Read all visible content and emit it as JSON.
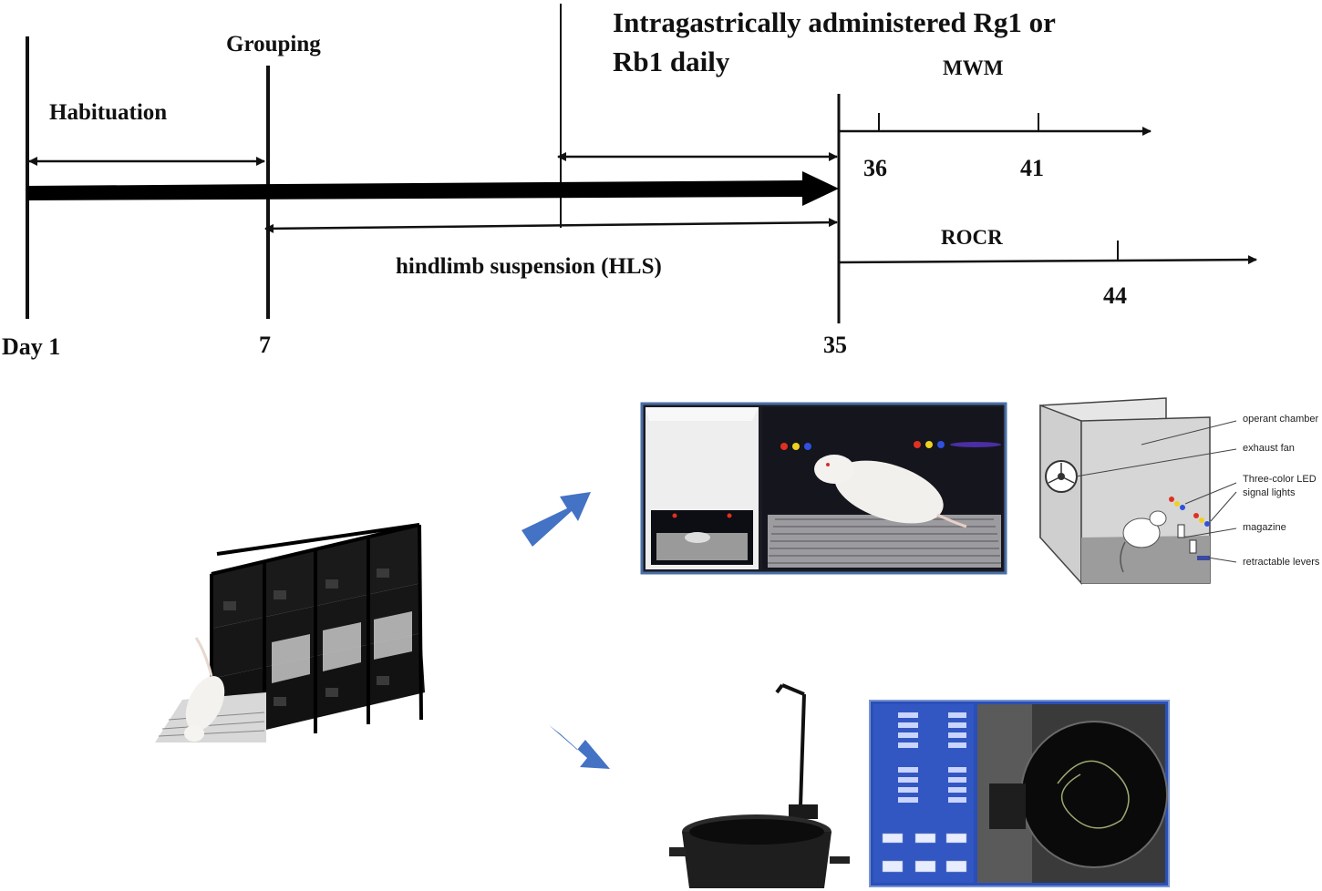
{
  "timeline": {
    "habituation_label": "Habituation",
    "grouping_label": "Grouping",
    "treatment_label_line1": "Intragastrically administered Rg1 or",
    "treatment_label_line2": "Rb1 daily",
    "hls_label": "hindlimb suspension (HLS)",
    "mwm_label": "MWM",
    "rocr_label": "ROCR",
    "day_labels": {
      "day1": "Day 1",
      "day7": "7",
      "day35": "35",
      "day36": "36",
      "day41": "41",
      "day44": "44"
    }
  },
  "operant_diagram": {
    "labels": {
      "operant_chamber": "operant chamber",
      "exhaust_fan": "exhaust fan",
      "signal_lights_line1": "Three-color LED",
      "signal_lights_line2": "signal lights",
      "magazine": "magazine",
      "retractable_levers": "retractable levers"
    }
  },
  "colors": {
    "arrow_blue": "#4472c4",
    "panel_border": "#4a6fa5",
    "software_bg": "#2a4fb8",
    "led_red": "#e03020",
    "led_yellow": "#f0d020",
    "led_blue": "#3050e0"
  }
}
